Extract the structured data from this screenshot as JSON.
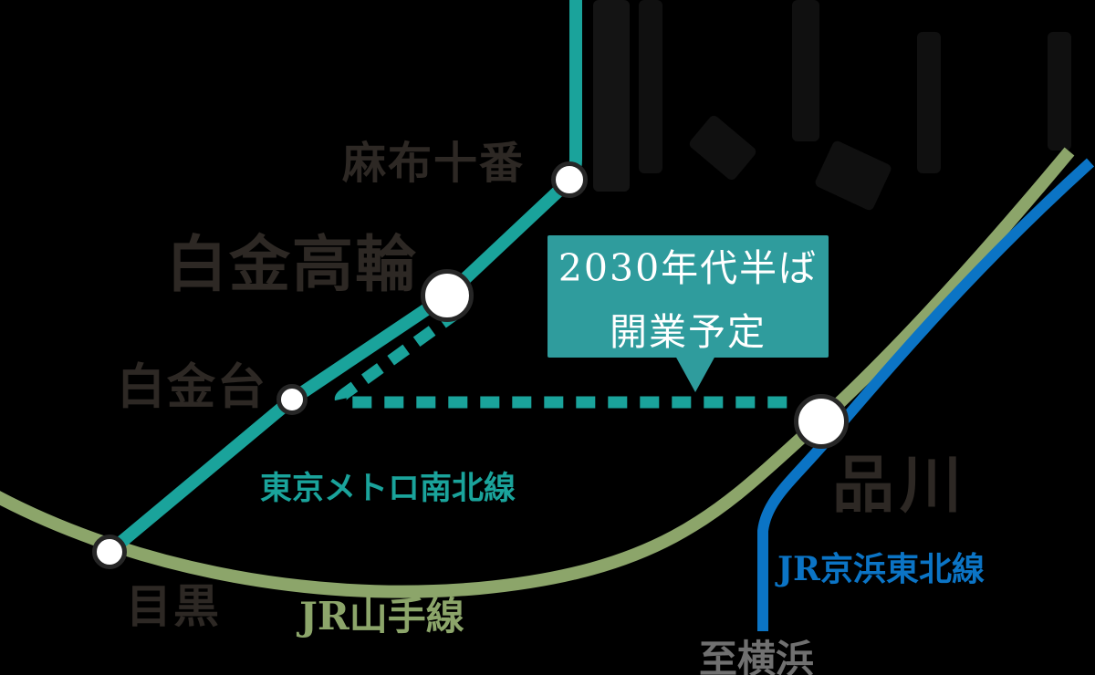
{
  "canvas": {
    "bg": "#000000"
  },
  "colors": {
    "namboku": "#1AA39B",
    "yamanote": "#8CA56A",
    "keihin_tohoku": "#0B74C5",
    "callout_bg": "#2F9C9D",
    "callout_text": "#FFFFFF",
    "station_fill": "#FFFFFF",
    "station_ring": "#262626",
    "station_text": "#2D2824",
    "direction_text": "#707070"
  },
  "stations": {
    "meguro": {
      "name": "目黒"
    },
    "shirokanedai": {
      "name": "白金台"
    },
    "shirokane_takanawa": {
      "name": "白金高輪"
    },
    "azabu_juban": {
      "name": "麻布十番"
    },
    "shinagawa": {
      "name": "品川"
    }
  },
  "lines": {
    "namboku": {
      "label": "東京メトロ南北線"
    },
    "yamanote": {
      "label": "JR山手線"
    },
    "keihin_tohoku": {
      "label": "JR京浜東北線"
    }
  },
  "callout": {
    "line1": "2030年代半ば",
    "line2": "開業予定"
  },
  "direction": {
    "yokohama": "至横浜"
  }
}
